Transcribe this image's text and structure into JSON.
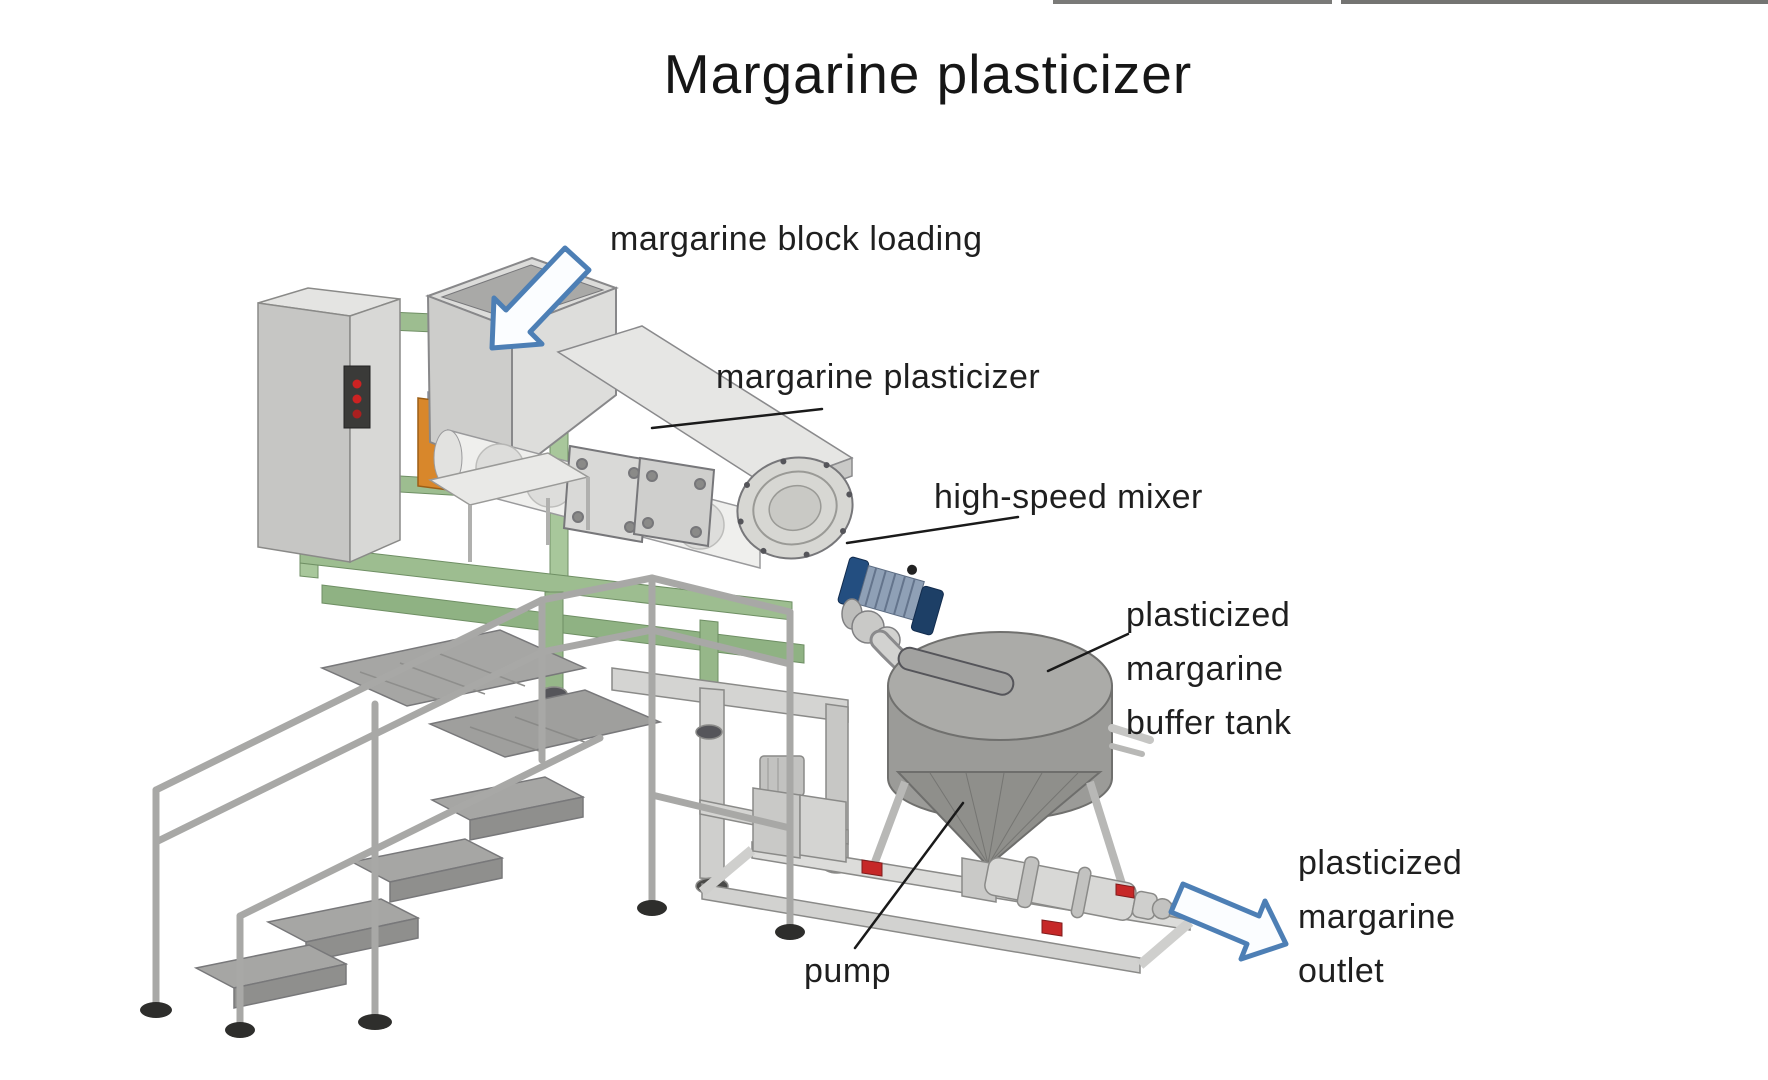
{
  "title": {
    "text": "Margarine plasticizer"
  },
  "annotations": {
    "block_loading": {
      "label": "margarine block loading"
    },
    "plasticizer": {
      "label": "margarine plasticizer"
    },
    "mixer": {
      "label": "high-speed mixer"
    },
    "buffer_tank": {
      "lines": [
        "plasticized",
        "margarine",
        "buffer tank"
      ]
    },
    "pump": {
      "label": "pump"
    },
    "outlet": {
      "lines": [
        "plasticized",
        "margarine",
        "outlet"
      ]
    }
  },
  "icons": {
    "loading_arrow": "arrow-down-left-into-hopper",
    "outlet_arrow": "arrow-right-outlet"
  },
  "colors": {
    "annotation_text": "#1f1f1f",
    "arrow_blue": "#4d7fb5",
    "frame_green": "#9dbd90",
    "gearbox_orange": "#d8872b",
    "actuator_navy": "#1d3f66",
    "clamp_red": "#c62828",
    "machine_light_gray": "#d6d6d4",
    "tank_gray": "#9b9b98",
    "background": "#ffffff",
    "top_edge_gray": "#7a7a78"
  }
}
